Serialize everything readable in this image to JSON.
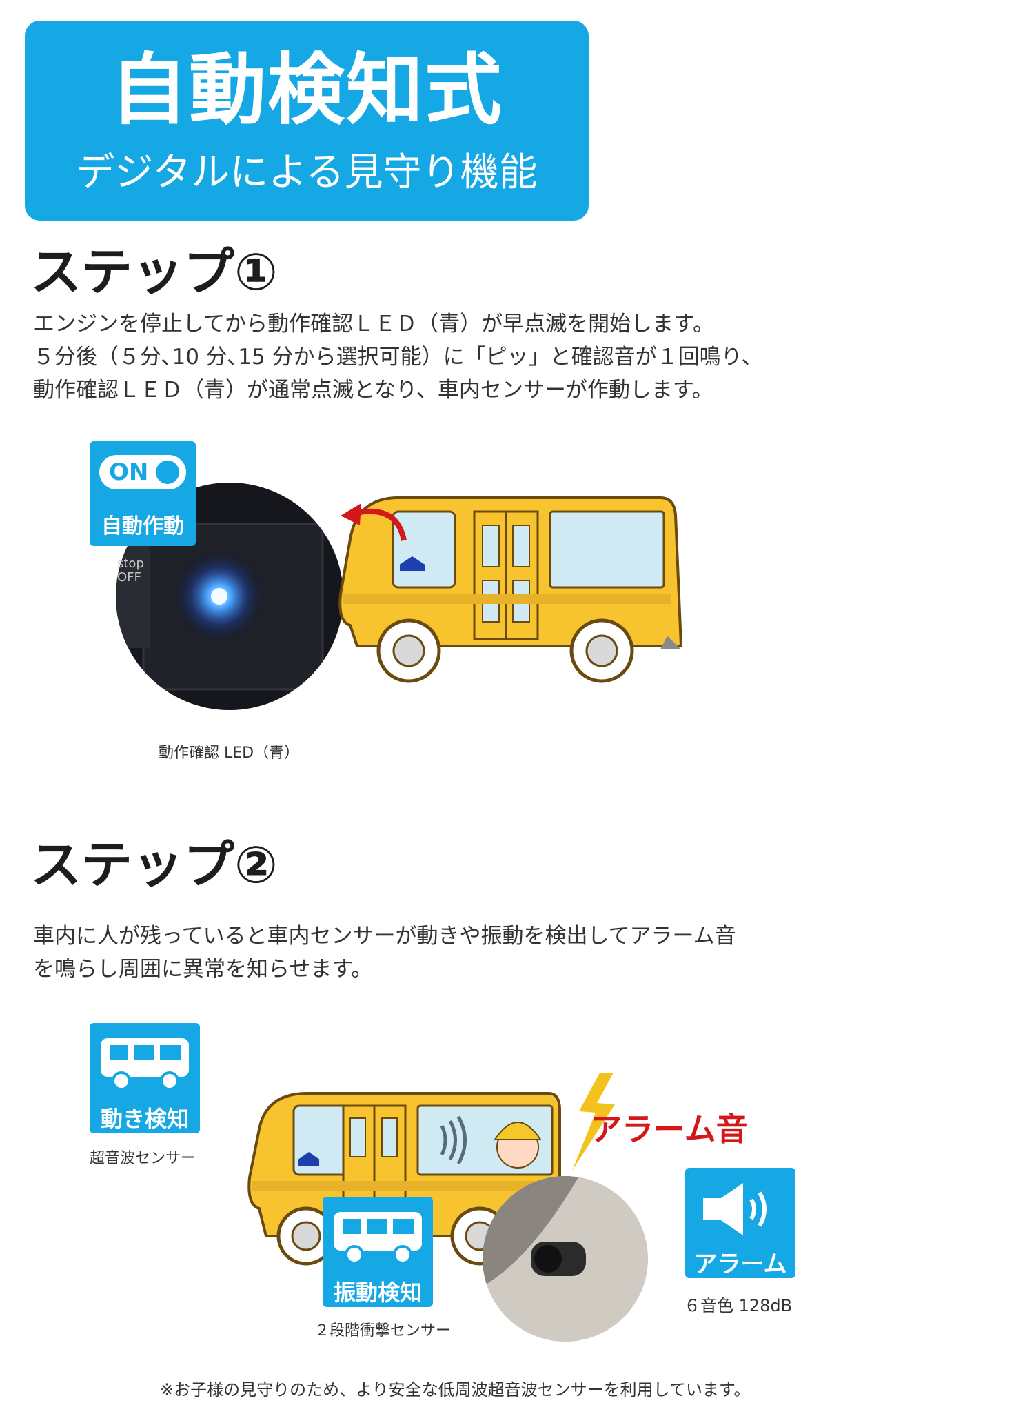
{
  "header": {
    "title": "自動検知式",
    "subtitle": "デジタルによる見守り機能"
  },
  "step1": {
    "title": "ステップ①",
    "lines": [
      "エンジンを停止してから動作確認ＬＥＤ（青）が早点滅を開始します。",
      "５分後（５分､10 分､15 分から選択可能）に「ピッ」と確認音が１回鳴り、",
      "動作確認ＬＥＤ（青）が通常点滅となり、車内センサーが作動します。"
    ],
    "badge_on": "ON",
    "badge_label": "自動作動",
    "switch_text": "stop\nOFF",
    "led_caption": "動作確認 LED（青）"
  },
  "step2": {
    "title": "ステップ②",
    "lines": [
      "車内に人が残っていると車内センサーが動きや振動を検出してアラーム音",
      "を鳴らし周囲に異常を知らせます。"
    ],
    "motion_badge_label": "動き検知",
    "motion_caption": "超音波センサー",
    "vibration_badge_label": "振動検知",
    "vibration_caption": "２段階衝撃センサー",
    "alarm_sound_text": "アラーム音",
    "alarm_badge_label": "アラーム",
    "alarm_caption": "６音色 128dB"
  },
  "footnote": "※お子様の見守りのため、より安全な低周波超音波センサーを利用しています。",
  "colors": {
    "accent": "#15a8e4",
    "bus_yellow": "#f7c430",
    "alarm_red": "#d3171b"
  }
}
